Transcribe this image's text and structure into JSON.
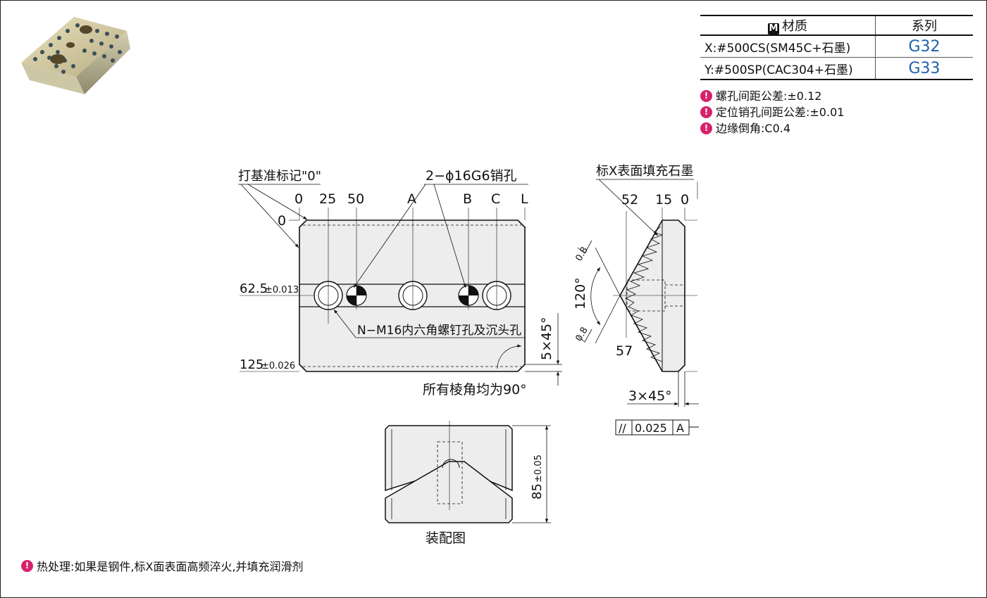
{
  "spec_table": {
    "header_icon": "M",
    "header_material": "材质",
    "header_series": "系列",
    "rows": [
      {
        "material": "X:#500CS(SM45C+石墨)",
        "series": "G32"
      },
      {
        "material": "Y:#500SP(CAC304+石墨)",
        "series": "G33"
      }
    ]
  },
  "notes": [
    "螺孔间距公差:±0.12",
    "定位销孔间距公差:±0.01",
    "边缘倒角:C0.4"
  ],
  "front_view": {
    "datum_mark_label": "打基准标记\"0\"",
    "pin_hole_label": "2−ϕ16G6销孔",
    "top_dims": [
      "0",
      "25",
      "50",
      "A",
      "B",
      "C",
      "L"
    ],
    "left_zero": "0",
    "left_dim_1": "62.5",
    "left_dim_1_tol": "±0.013",
    "left_dim_2": "125",
    "left_dim_2_tol": "±0.026",
    "screw_hole_label": "N−M16内六角螺钉孔及沉头孔",
    "chamfer_label": "5×45°",
    "corner_note": "所有棱角均为90°"
  },
  "side_view": {
    "surface_label": "标X表面填充石墨",
    "top_dims": [
      "52",
      "15",
      "0"
    ],
    "angle_label": "120°",
    "roughness_1": "0.8",
    "roughness_2": "0.8",
    "bottom_dim": "57",
    "chamfer_label": "3×45°",
    "tolerance_frame": {
      "symbol": "//",
      "value": "0.025",
      "datum": "A"
    }
  },
  "assembly_view": {
    "title": "装配图",
    "height_dim": "85",
    "height_tol": "±0.05"
  },
  "footer_note": "热处理:如果是钢件,标X面表面高频淬火,并填充润滑剂",
  "colors": {
    "accent": "#d6226c",
    "series": "#1f5fae"
  }
}
